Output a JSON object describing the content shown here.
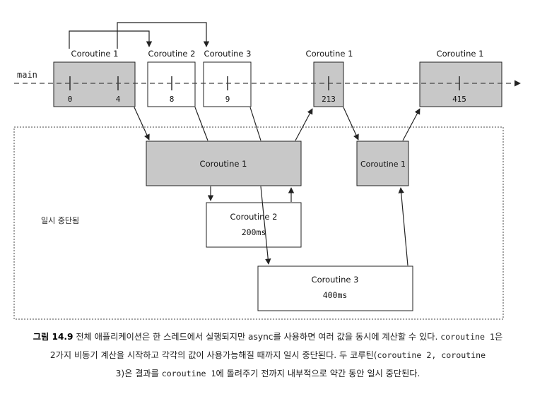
{
  "colors": {
    "shaded_box": "#c8c8c8",
    "white_box": "#ffffff",
    "stroke": "#222222",
    "dashed_line": "#444444"
  },
  "main_label": "main",
  "suspended_label": "일시 중단됨",
  "top_boxes": [
    {
      "label": "Coroutine 1",
      "shaded": true,
      "ticks": [
        "0",
        "4"
      ]
    },
    {
      "label": "Coroutine 2",
      "shaded": false,
      "ticks": [
        "8"
      ]
    },
    {
      "label": "Coroutine 3",
      "shaded": false,
      "ticks": [
        "9"
      ]
    },
    {
      "label": "Coroutine 1",
      "shaded": true,
      "ticks": [
        "213"
      ]
    },
    {
      "label": "Coroutine 1",
      "shaded": true,
      "ticks": [
        "415"
      ]
    }
  ],
  "lower_boxes": [
    {
      "label": "Coroutine 1",
      "sub": "",
      "shaded": true
    },
    {
      "label": "Coroutine 1",
      "sub": "",
      "shaded": true
    },
    {
      "label": "Coroutine 2",
      "sub": "200ms",
      "shaded": false
    },
    {
      "label": "Coroutine 3",
      "sub": "400ms",
      "shaded": false
    }
  ],
  "caption": {
    "fig": "그림 14.9",
    "p1": " 전체 애플리케이션은 한 스레드에서 실행되지만 async를 사용하면 여러 값을 동시에 계산할 수 있다. ",
    "c1": "coroutine 1",
    "p2": "은",
    "p3": "2가지 비동기 계산을 시작하고 각각의 값이 사용가능해질 때까지 일시 중단된다. 두 코루틴(",
    "c2": "coroutine 2, coroutine",
    "p4": "3)은 결과를 ",
    "c3": "coroutine 1",
    "p5": "에 돌려주기 전까지 내부적으로 약간 동안 일시 중단된다."
  }
}
